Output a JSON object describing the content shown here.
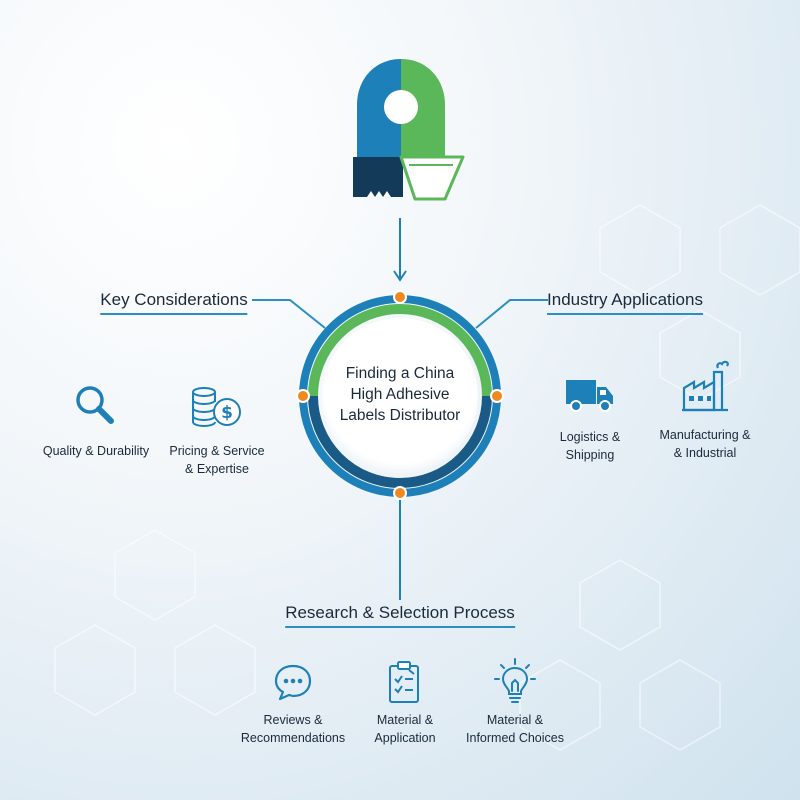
{
  "colors": {
    "blue": "#1e80b9",
    "green": "#5ab85a",
    "dark_navy": "#143a5a",
    "orange": "#f0891e",
    "accent_line": "#2c8fc4"
  },
  "center": {
    "title": "Finding a China High Adhesive Labels Distributor"
  },
  "sections": {
    "key_considerations": {
      "heading": "Key Considerations",
      "items": [
        {
          "icon": "magnifier-icon",
          "label": "Quality & Durability"
        },
        {
          "icon": "coins-dollar-icon",
          "label": "Pricing & Service\n& Expertise"
        }
      ]
    },
    "industry_applications": {
      "heading": "Industry Applications",
      "items": [
        {
          "icon": "truck-icon",
          "label": "Logistics &\nShipping"
        },
        {
          "icon": "factory-icon",
          "label": "Manufacturing &\n& Industrial"
        }
      ]
    },
    "research_selection": {
      "heading": "Research & Selection Process",
      "items": [
        {
          "icon": "chat-bubble-icon",
          "label": "Reviews &\nRecommendations"
        },
        {
          "icon": "clipboard-checklist-icon",
          "label": "Material &\nApplication"
        },
        {
          "icon": "lightbulb-icon",
          "label": "Material &\nInformed Choices"
        }
      ]
    }
  }
}
